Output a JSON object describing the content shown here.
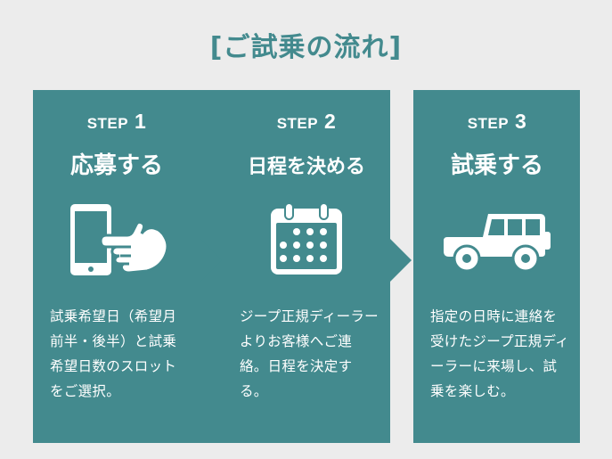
{
  "title": "[ご試乗の流れ]",
  "steps": [
    {
      "label": "STEP",
      "number": "1",
      "title": "応募する",
      "icon": "smartphone-tap-icon",
      "description": "試乗希望日（希望月前半・後半）と試乗希望日数のスロットをご選択。"
    },
    {
      "label": "STEP",
      "number": "2",
      "title": "日程を決める",
      "icon": "calendar-icon",
      "description": "ジープ正規ディーラーよりお客様へご連絡。日程を決定する。"
    },
    {
      "label": "STEP",
      "number": "3",
      "title": "試乗する",
      "icon": "jeep-icon",
      "description": "指定の日時に連絡を受けたジープ正規ディーラーに来場し、試乗を楽しむ。"
    }
  ],
  "colors": {
    "accent": "#438a8e",
    "background": "#ececec",
    "text_on_accent": "#ffffff"
  }
}
